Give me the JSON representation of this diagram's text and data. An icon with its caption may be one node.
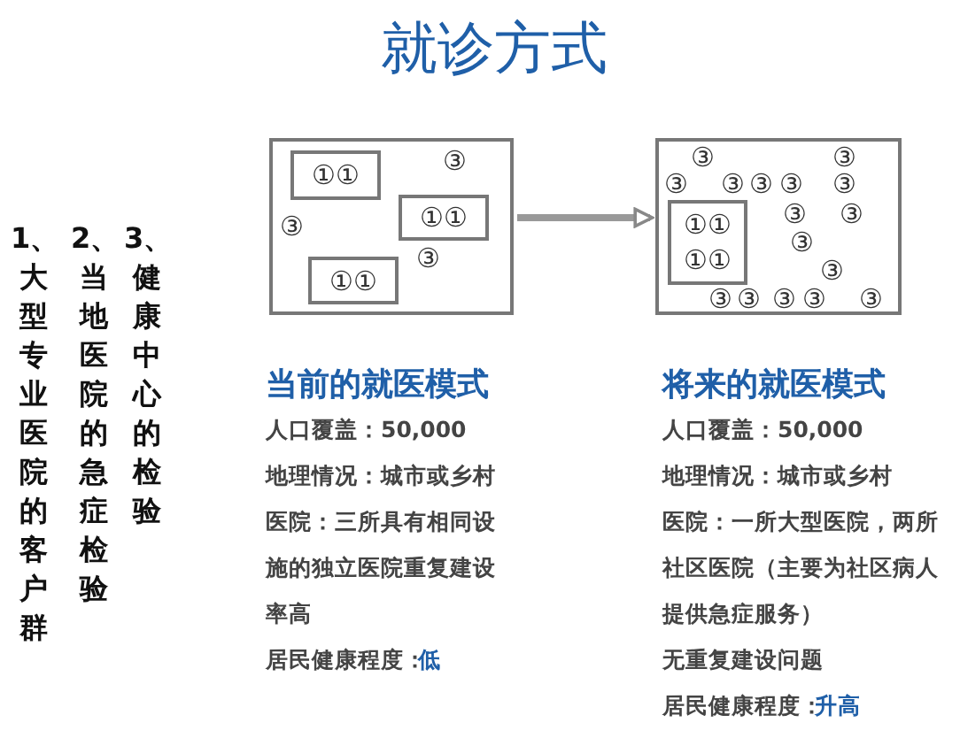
{
  "diagram": {
    "title": "就诊方式",
    "nodes": [
      {
        "text": [],
        "shape": "box"
      },
      {
        "text": [
          "①①"
        ],
        "in": 0
      },
      {
        "text": [
          "①①"
        ],
        "in": 0
      },
      {
        "text": [
          "①①"
        ],
        "in": 0
      },
      {
        "text": [],
        "shape": "box"
      },
      {
        "text": [
          "①① ①①"
        ],
        "in": 4
      }
    ],
    "edges": [
      {
        "from": 0,
        "to": 4,
        "arrow": "to"
      }
    ],
    "labels": [
      "1、大型专业医院的客户群",
      "2、当地医院的急症检验",
      "3、健康中心的检验",
      "③",
      "③",
      "③",
      "③",
      "③",
      "③",
      "③",
      "③",
      "③",
      "③",
      "③",
      "③",
      "③",
      "③",
      "③",
      "③",
      "③",
      "③",
      "③",
      "当前的就医模式",
      "人口覆盖：50,000",
      "地理情况：城市或乡村",
      "医院：三所具有相同设施的独立医院重复建设率高",
      "居民健康程度：",
      "低",
      "将来的就医模式",
      "人口覆盖：50,000",
      "地理情况：城市或乡村",
      "医院：一所大型医院，两所社区医院（主要为社区病人提供急症服务）",
      "无重复建设问题",
      "居民健康程度：",
      "升高"
    ]
  }
}
